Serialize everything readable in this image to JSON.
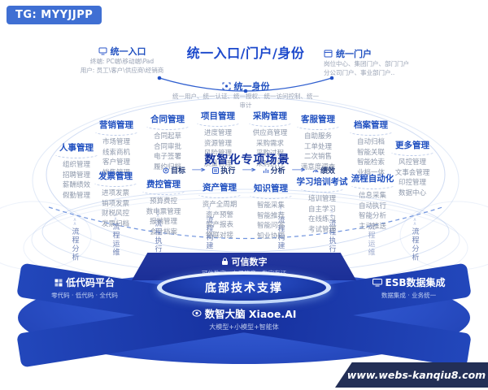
{
  "badges": {
    "tg": "TG: MYYJJPP",
    "watermark": "www.webs-kanqiu8.com"
  },
  "header": {
    "title": "统一入口/门户/身份",
    "entry_label": "统一入口",
    "entry_line1": "终端: PC端\\移动端\\Pad",
    "entry_line2": "用户: 员工\\客户\\供应商\\经销商",
    "portal_label": "统一门户",
    "portal_line1": "岗位中心、集团门户、部门门户",
    "portal_line2": "分公司门户、事业部门户..",
    "identity_label": "统一身份",
    "identity_line": "统一用户、统一认证、统一授权、统一访问控制、统一审计"
  },
  "scene": {
    "title": "数智化专项场景",
    "flow": [
      "目标",
      "执行",
      "分析",
      "绩效"
    ]
  },
  "groups": [
    {
      "title": "人事管理",
      "items": [
        "组织管理",
        "招聘管理",
        "薪酬绩效",
        "假勤管理"
      ]
    },
    {
      "title": "营销管理",
      "items": [
        "市场管理",
        "线索商机",
        "客户管理",
        "销售管理"
      ]
    },
    {
      "title": "合同管理",
      "items": [
        "合同起草",
        "合同审批",
        "电子签署",
        "履约归档"
      ]
    },
    {
      "title": "项目管理",
      "items": [
        "进度管理",
        "资源管理",
        "风险管理",
        "质量管理"
      ]
    },
    {
      "title": "采购管理",
      "items": [
        "供应商管理",
        "采购需求",
        "采购过程",
        "采购执行"
      ]
    },
    {
      "title": "客服管理",
      "items": [
        "自助服务",
        "工单处理",
        "二次销售",
        "满意度调查"
      ]
    },
    {
      "title": "档案管理",
      "items": [
        "自动归档",
        "智能关联",
        "智能检索",
        "业档一体"
      ]
    },
    {
      "title": "更多管理",
      "items": [
        "风控管理",
        "文事会管理",
        "印控管理",
        "数据中心"
      ]
    },
    {
      "title": "发票管理",
      "items": [
        "进项发票",
        "销项发票",
        "财税风控",
        "发票归档"
      ]
    },
    {
      "title": "费控管理",
      "items": [
        "预算费控",
        "数电票管理",
        "报销管理",
        "会计档案"
      ]
    },
    {
      "title": "资产管理",
      "items": [
        "资产全周期",
        "资产预警",
        "资产报表",
        "物联对接"
      ]
    },
    {
      "title": "知识管理",
      "items": [
        "智能采集",
        "智能推荐",
        "智能问答",
        "知业协同"
      ]
    },
    {
      "title": "学习培训考试",
      "items": [
        "培训管理",
        "自主学习",
        "在线练习",
        "考试管理"
      ]
    },
    {
      "title": "流程自动化",
      "items": [
        "信息采集",
        "自动执行",
        "智能分析",
        "主动推送"
      ]
    }
  ],
  "ribbons": [
    "流程分析",
    "流程运维",
    "流程执行",
    "流程构建",
    "流程构建",
    "流程执行",
    "流程运维",
    "流程分析"
  ],
  "platform": {
    "trusted_title": "可信数字",
    "trusted_subtitle": "可信数字 · 电子签章 · 数字存证",
    "core_title": "底部技术支撑",
    "brain_title": "数智大脑 Xiaoe.AI",
    "brain_subtitle": "大模型+小模型+智能体",
    "lowcode_title": "低代码平台",
    "lowcode_subtitle": "零代码 · 低代码 · 全代码",
    "esb_title": "ESB数据集成",
    "esb_subtitle": "数据集成 · 业务统一"
  },
  "colors": {
    "accent": "#2050c0",
    "platform": "#2a4fc6",
    "band": "#1b2f97",
    "item_gray": "#8e98ab"
  }
}
